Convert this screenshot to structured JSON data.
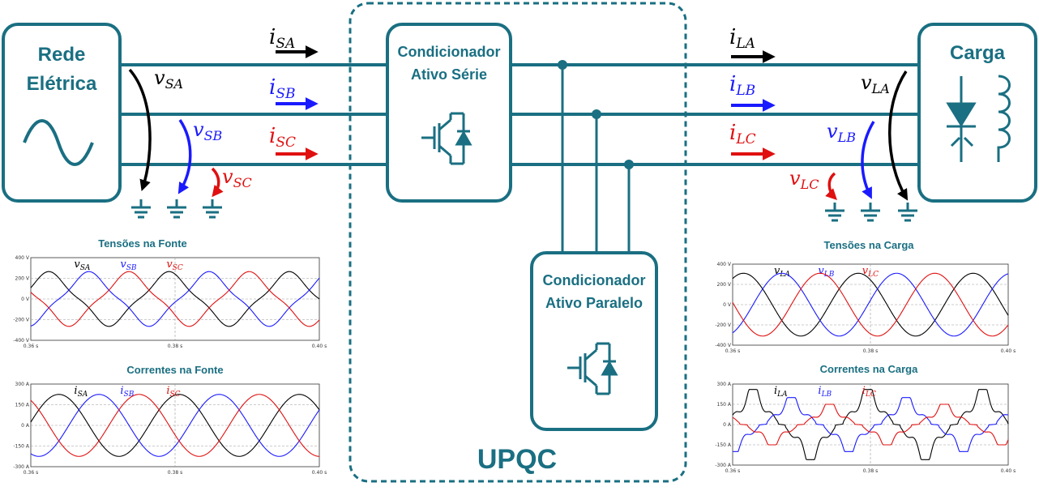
{
  "colors": {
    "teal": "#1a6f82",
    "phase_a": "#000000",
    "phase_b": "#1a1aff",
    "phase_c": "#e01010"
  },
  "blocks": {
    "grid": {
      "line1": "Rede",
      "line2": "Elétrica",
      "icon": "sine-icon"
    },
    "series": {
      "line1": "Condicionador",
      "line2": "Ativo Série",
      "icon": "igbt-icon"
    },
    "parallel": {
      "line1": "Condicionador",
      "line2": "Ativo Paralelo",
      "icon": "igbt-icon"
    },
    "load": {
      "title": "Carga",
      "icons": [
        "thyristor-icon",
        "inductor-icon"
      ]
    },
    "upqc": "UPQC"
  },
  "labels": {
    "source_currents": [
      {
        "sym": "i",
        "sub": "SA"
      },
      {
        "sym": "i",
        "sub": "SB"
      },
      {
        "sym": "i",
        "sub": "SC"
      }
    ],
    "source_voltages": [
      {
        "sym": "v",
        "sub": "SA"
      },
      {
        "sym": "v",
        "sub": "SB"
      },
      {
        "sym": "v",
        "sub": "SC"
      }
    ],
    "load_currents": [
      {
        "sym": "i",
        "sub": "LA"
      },
      {
        "sym": "i",
        "sub": "LB"
      },
      {
        "sym": "i",
        "sub": "LC"
      }
    ],
    "load_voltages": [
      {
        "sym": "v",
        "sub": "LA"
      },
      {
        "sym": "v",
        "sub": "LB"
      },
      {
        "sym": "v",
        "sub": "LC"
      }
    ]
  },
  "chart_data": [
    {
      "type": "line",
      "title": "Tensões na Fonte",
      "x_ticks": [
        "0.36 s",
        "0.38 s",
        "0.40 s"
      ],
      "y_ticks": [
        "400 V",
        "200 V",
        "0 V",
        "-200 V",
        "-400 V"
      ],
      "xlim": [
        0.36,
        0.4
      ],
      "ylim": [
        -400,
        400
      ],
      "series": [
        {
          "label": {
            "sym": "v",
            "sub": "SA"
          },
          "color": "#000000",
          "amplitude": 260,
          "phase_deg": 180,
          "freq_hz": 60,
          "shape": "distorted-sine"
        },
        {
          "label": {
            "sym": "v",
            "sub": "SB"
          },
          "color": "#1a1aff",
          "amplitude": 260,
          "phase_deg": 60,
          "freq_hz": 60,
          "shape": "distorted-sine"
        },
        {
          "label": {
            "sym": "v",
            "sub": "SC"
          },
          "color": "#e01010",
          "amplitude": 260,
          "phase_deg": 300,
          "freq_hz": 60,
          "shape": "distorted-sine"
        }
      ]
    },
    {
      "type": "line",
      "title": "Correntes na Fonte",
      "x_ticks": [
        "0.36 s",
        "0.38 s",
        "0.40 s"
      ],
      "y_ticks": [
        "300 A",
        "150 A",
        "0 A",
        "-150 A",
        "-300 A"
      ],
      "xlim": [
        0.36,
        0.4
      ],
      "ylim": [
        -300,
        300
      ],
      "series": [
        {
          "label": {
            "sym": "i",
            "sub": "SA"
          },
          "color": "#000000",
          "amplitude": 225,
          "phase_deg": 150,
          "freq_hz": 60,
          "shape": "sine"
        },
        {
          "label": {
            "sym": "i",
            "sub": "SB"
          },
          "color": "#1a1aff",
          "amplitude": 225,
          "phase_deg": 30,
          "freq_hz": 60,
          "shape": "sine"
        },
        {
          "label": {
            "sym": "i",
            "sub": "SC"
          },
          "color": "#e01010",
          "amplitude": 225,
          "phase_deg": 270,
          "freq_hz": 60,
          "shape": "sine"
        }
      ]
    },
    {
      "type": "line",
      "title": "Tensões na Carga",
      "x_ticks": [
        "0.36 s",
        "0.38 s",
        "0.40 s"
      ],
      "y_ticks": [
        "400 V",
        "200 V",
        "0 V",
        "-200 V",
        "-400 V"
      ],
      "xlim": [
        0.36,
        0.4
      ],
      "ylim": [
        -400,
        400
      ],
      "series": [
        {
          "label": {
            "sym": "v",
            "sub": "LA"
          },
          "color": "#000000",
          "amplitude": 310,
          "phase_deg": 200,
          "freq_hz": 60,
          "shape": "sine"
        },
        {
          "label": {
            "sym": "v",
            "sub": "LB"
          },
          "color": "#1a1aff",
          "amplitude": 310,
          "phase_deg": 80,
          "freq_hz": 60,
          "shape": "sine"
        },
        {
          "label": {
            "sym": "v",
            "sub": "LC"
          },
          "color": "#e01010",
          "amplitude": 310,
          "phase_deg": 320,
          "freq_hz": 60,
          "shape": "sine"
        }
      ]
    },
    {
      "type": "line",
      "title": "Correntes na Carga",
      "x_ticks": [
        "0.36 s",
        "0.38 s",
        "0.40 s"
      ],
      "y_ticks": [
        "300 A",
        "150 A",
        "0 A",
        "-150 A",
        "-300 A"
      ],
      "xlim": [
        0.36,
        0.4
      ],
      "ylim": [
        -300,
        300
      ],
      "series": [
        {
          "label": {
            "sym": "i",
            "sub": "LA"
          },
          "color": "#000000",
          "amplitude": 260,
          "phase_deg": 170,
          "freq_hz": 60,
          "shape": "rectifier"
        },
        {
          "label": {
            "sym": "i",
            "sub": "LB"
          },
          "color": "#1a1aff",
          "amplitude": 200,
          "phase_deg": 50,
          "freq_hz": 60,
          "shape": "rectifier"
        },
        {
          "label": {
            "sym": "i",
            "sub": "LC"
          },
          "color": "#e01010",
          "amplitude": 150,
          "phase_deg": 290,
          "freq_hz": 60,
          "shape": "rectifier"
        }
      ]
    }
  ]
}
